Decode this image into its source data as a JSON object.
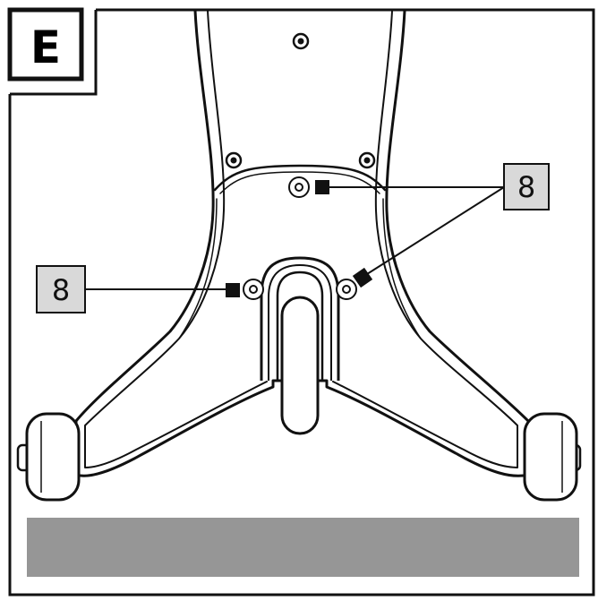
{
  "step": {
    "letter": "E"
  },
  "callouts": [
    {
      "part_number": "8"
    },
    {
      "part_number": "8"
    }
  ],
  "colors": {
    "line": "#111111",
    "label_fill": "#d9d9d9",
    "floor": "#969696",
    "marker": "#111111"
  }
}
